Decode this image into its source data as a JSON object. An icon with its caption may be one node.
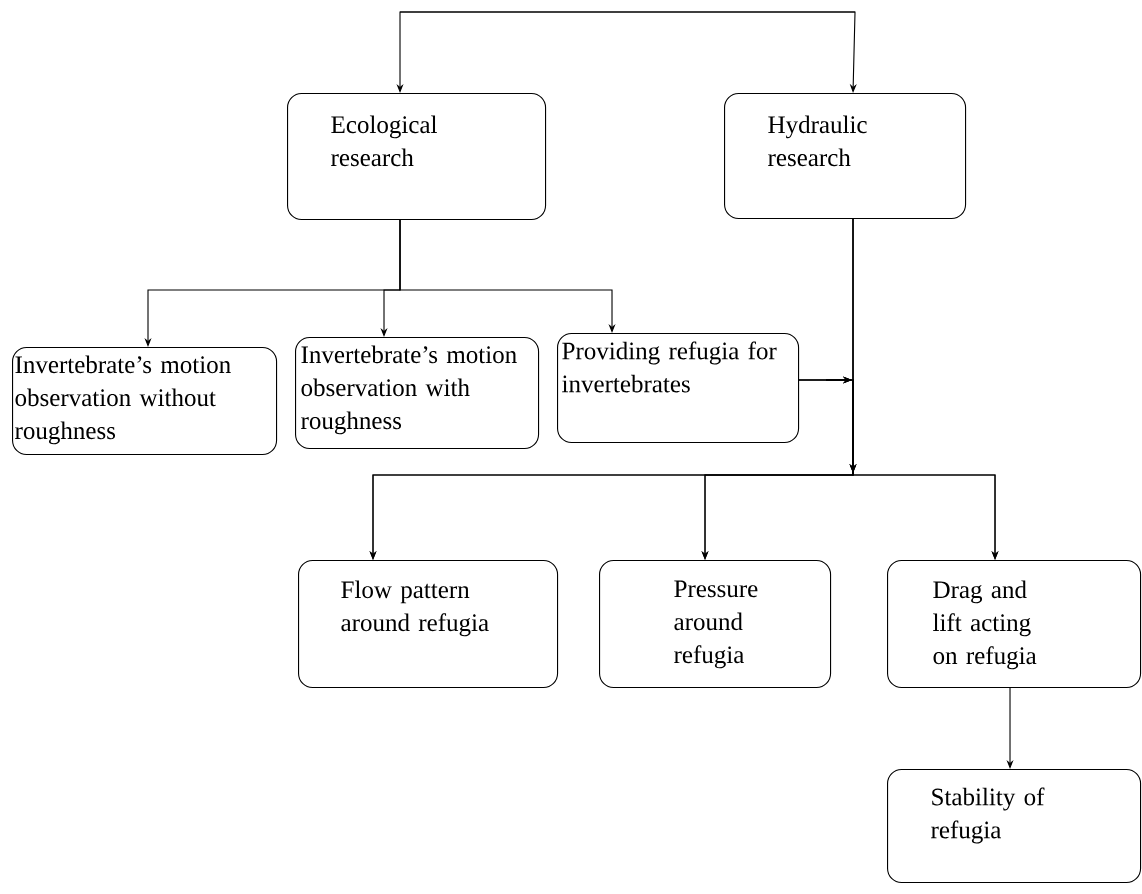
{
  "diagram": {
    "nodes": [
      {
        "text": [
          "Ecological research"
        ]
      },
      {
        "text": [
          "Hydraulic research"
        ]
      },
      {
        "text": [
          "Invertebrate’s motion observation without roughness"
        ]
      },
      {
        "text": [
          "Invertebrate’s motion observation with roughness"
        ]
      },
      {
        "text": [
          "Providing refugia for invertebrates"
        ]
      },
      {
        "text": [
          "Flow pattern around refugia"
        ]
      },
      {
        "text": [
          "Pressure around refugia"
        ]
      },
      {
        "text": [
          "Drag and lift acting on refugia"
        ]
      },
      {
        "text": [
          "Stability of refugia"
        ]
      }
    ],
    "edges": [
      {
        "from": null,
        "to": 0,
        "arrow": "to"
      },
      {
        "from": null,
        "to": 1,
        "arrow": "to"
      },
      {
        "from": 0,
        "to": 2,
        "arrow": "to"
      },
      {
        "from": 0,
        "to": 3,
        "arrow": "to"
      },
      {
        "from": 0,
        "to": 4,
        "arrow": "to"
      },
      {
        "from": 1,
        "to": 5,
        "arrow": "to"
      },
      {
        "from": 1,
        "to": 6,
        "arrow": "to"
      },
      {
        "from": 1,
        "to": 7,
        "arrow": "to"
      },
      {
        "from": 4,
        "to": 5,
        "arrow": "to"
      },
      {
        "from": 4,
        "to": 6,
        "arrow": "to"
      },
      {
        "from": 4,
        "to": 7,
        "arrow": "to"
      },
      {
        "from": 7,
        "to": 8,
        "arrow": "to"
      }
    ]
  }
}
